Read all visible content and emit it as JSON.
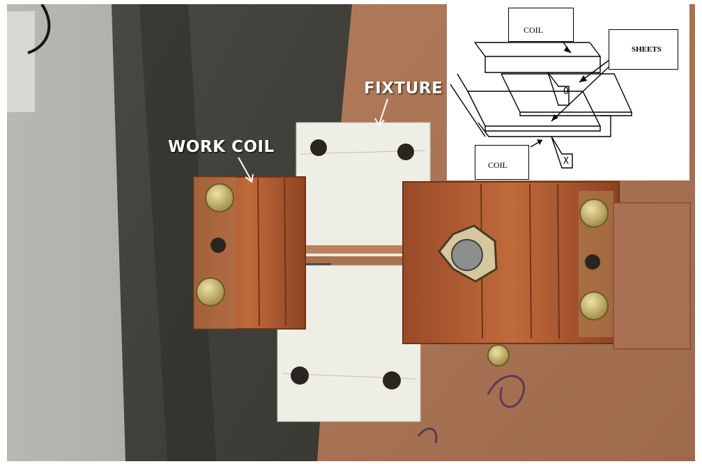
{
  "labels": {
    "fixture": "FIXTURE",
    "work_coil": "WORK COIL"
  },
  "inset_diagram": {
    "coil_top": "COIL",
    "sheets": "SHEETS",
    "coil_bottom": "COIL",
    "mark_top": "O",
    "mark_bottom": "X"
  },
  "colors": {
    "copper": "#b8623a",
    "fixture_white": "#efeee4",
    "brass": "#c9b06a",
    "label_text": "#ffffff"
  }
}
